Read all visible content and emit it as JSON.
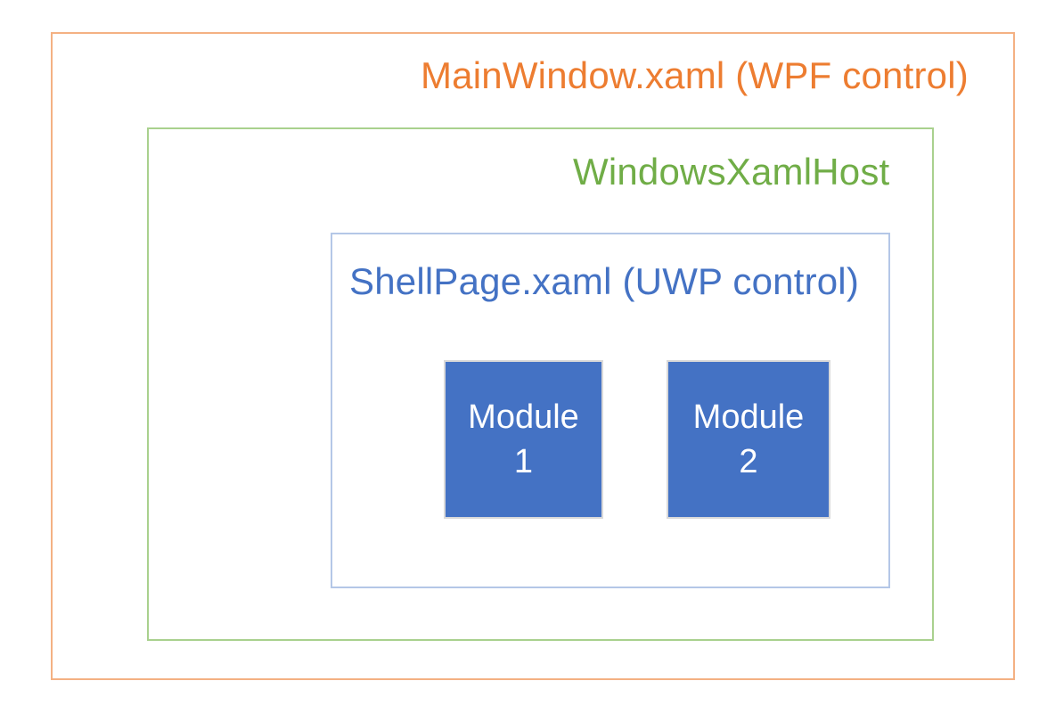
{
  "diagram": {
    "background": "#FFFFFF",
    "nodes": {
      "mainwindow": {
        "label": "MainWindow.xaml (WPF control)",
        "text_color": "#ED7D31",
        "border_color": "#F4B183"
      },
      "windowsxamlhost": {
        "label": "WindowsXamlHost",
        "text_color": "#70AD47",
        "border_color": "#A9D18E"
      },
      "shellpage": {
        "label": "ShellPage.xaml (UWP control)",
        "text_color": "#4472C4",
        "border_color": "#B4C7E7"
      },
      "modules": [
        {
          "name": "Module 1",
          "lines": [
            "Module",
            "1"
          ],
          "fill": "#4472C4",
          "border_color": "#D9D9D9",
          "text_color": "#FFFFFF"
        },
        {
          "name": "Module 2",
          "lines": [
            "Module",
            "2"
          ],
          "fill": "#4472C4",
          "border_color": "#D9D9D9",
          "text_color": "#FFFFFF"
        }
      ]
    }
  }
}
